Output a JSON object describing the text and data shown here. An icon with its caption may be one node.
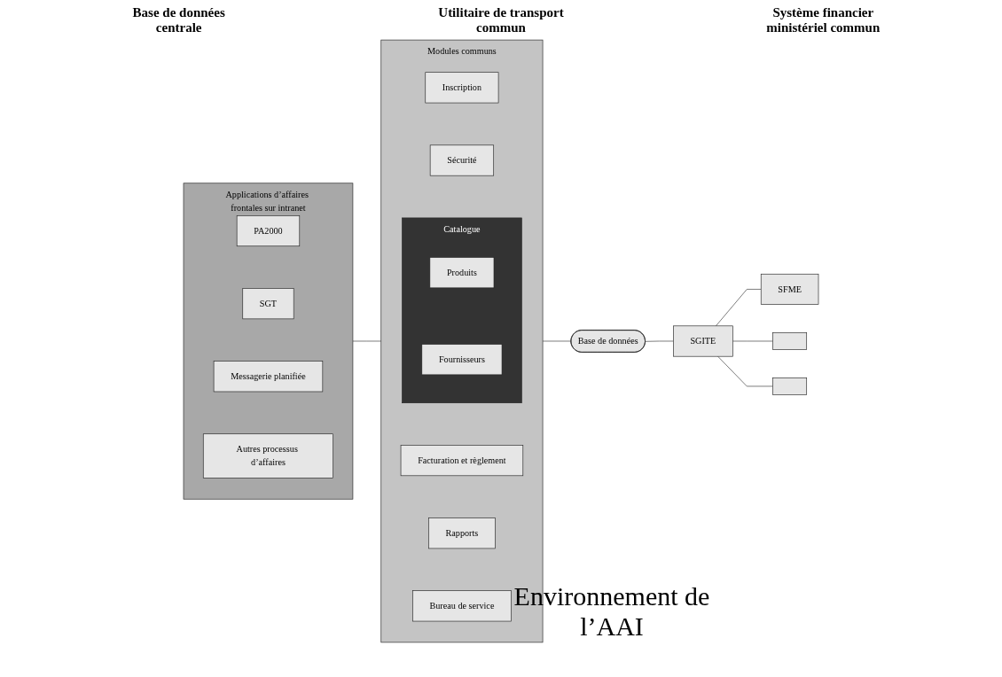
{
  "diagram": {
    "nodes": [
      {
        "text": [
          "Applications d’affaires frontales sur intranet"
        ]
      },
      {
        "text": [
          "PA2000"
        ],
        "in": 0
      },
      {
        "text": [
          "SGT"
        ],
        "in": 0
      },
      {
        "text": [
          "Messagerie planifiée"
        ],
        "in": 0
      },
      {
        "text": [
          "Autres processus d’affaires"
        ],
        "in": 0
      },
      {
        "text": [
          "Modules communs"
        ]
      },
      {
        "text": [
          "Inscription"
        ],
        "in": 5
      },
      {
        "text": [
          "Sécurité"
        ],
        "in": 5
      },
      {
        "text": [
          "Catalogue"
        ],
        "in": 5
      },
      {
        "text": [
          "Produits"
        ],
        "in": 8
      },
      {
        "text": [
          "Fournisseurs"
        ],
        "in": 8
      },
      {
        "text": [
          "Facturation et règlement"
        ],
        "in": 5
      },
      {
        "text": [
          "Rapports"
        ],
        "in": 5
      },
      {
        "text": [
          "Bureau de service"
        ],
        "in": 5
      },
      {
        "text": [
          "Base de données"
        ]
      },
      {
        "text": [
          "SGITE"
        ]
      },
      {
        "text": [
          "SFME"
        ]
      },
      {
        "text": [],
        "shape": "box"
      },
      {
        "text": [],
        "shape": "box"
      }
    ],
    "edges": [
      {
        "from": 0,
        "to": 5,
        "arrow": "none"
      },
      {
        "from": 5,
        "to": 14,
        "arrow": "none"
      },
      {
        "from": 14,
        "to": 15,
        "arrow": "none"
      },
      {
        "from": 15,
        "to": 16,
        "arrow": "none"
      },
      {
        "from": 15,
        "to": 17,
        "arrow": "none"
      },
      {
        "from": 15,
        "to": 18,
        "arrow": "none"
      }
    ],
    "labels": [
      "Base de données centrale",
      "Utilitaire de transport commun",
      "Système financier ministériel commun",
      "Environnement de l’AAI"
    ]
  }
}
